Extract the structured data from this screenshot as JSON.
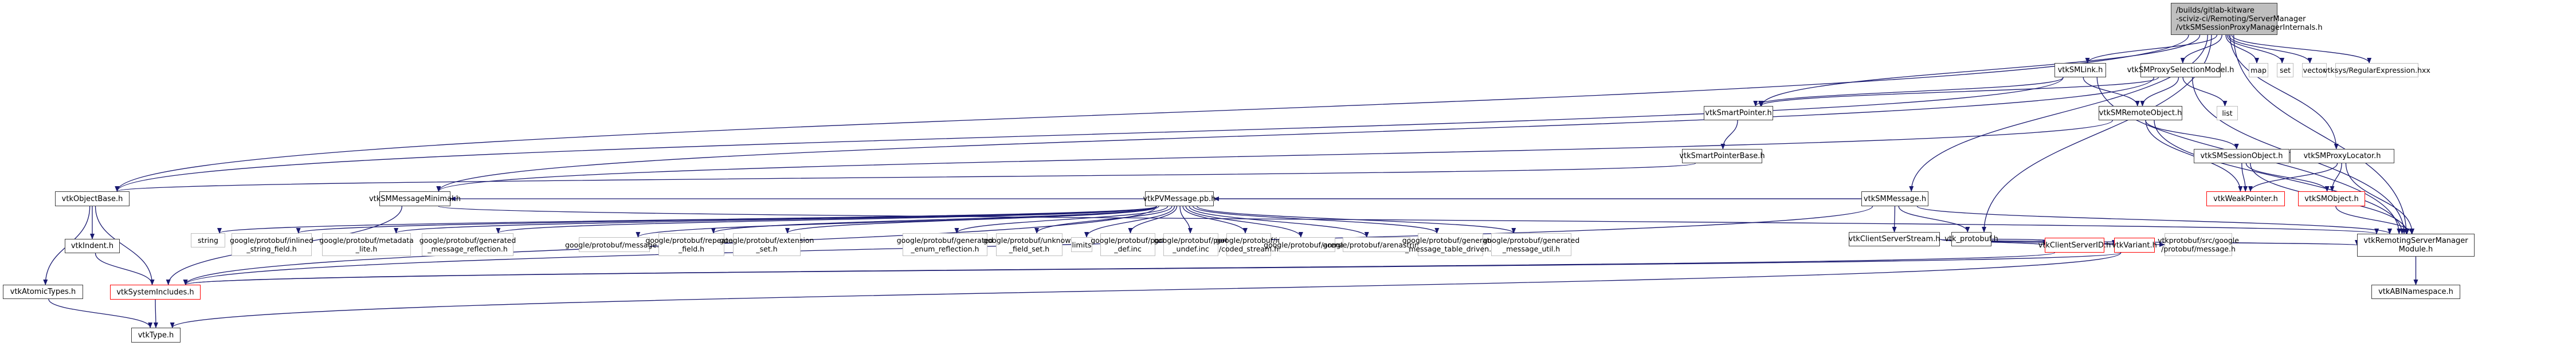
{
  "graph": {
    "title": "Include dependency graph for vtkSMSessionProxyManagerInternals.h",
    "edge_color": "#191970",
    "node_styles": {
      "root": {
        "fill": "#bfbfbf",
        "border": "#404040"
      },
      "documented": {
        "fill": "#ffffff",
        "border": "#404040"
      },
      "external": {
        "fill": "#ffffff",
        "border": "#bfbfbf"
      },
      "truncated": {
        "fill": "#ffffff",
        "border": "#ff0000"
      }
    },
    "nodes": [
      {
        "id": "root",
        "label": "/builds/gitlab-kitware\n-sciviz-ci/Remoting/ServerManager\n/vtkSMSessionProxyManagerInternals.h",
        "kind": "root"
      },
      {
        "id": "smlink",
        "label": "vtkSMLink.h",
        "kind": "documented"
      },
      {
        "id": "smproxysel",
        "label": "vtkSMProxySelectionModel.h",
        "kind": "documented"
      },
      {
        "id": "map",
        "label": "map",
        "kind": "external"
      },
      {
        "id": "set",
        "label": "set",
        "kind": "external"
      },
      {
        "id": "vector",
        "label": "vector",
        "kind": "external"
      },
      {
        "id": "regex",
        "label": "vtksys/RegularExpression.hxx",
        "kind": "external"
      },
      {
        "id": "smartptr",
        "label": "vtkSmartPointer.h",
        "kind": "documented"
      },
      {
        "id": "smremote",
        "label": "vtkSMRemoteObject.h",
        "kind": "documented"
      },
      {
        "id": "list",
        "label": "list",
        "kind": "external"
      },
      {
        "id": "smartptrbase",
        "label": "vtkSmartPointerBase.h",
        "kind": "documented"
      },
      {
        "id": "smsession",
        "label": "vtkSMSessionObject.h",
        "kind": "documented"
      },
      {
        "id": "smproxyloc",
        "label": "vtkSMProxyLocator.h",
        "kind": "documented"
      },
      {
        "id": "objectbase",
        "label": "vtkObjectBase.h",
        "kind": "documented"
      },
      {
        "id": "smmsgmin",
        "label": "vtkSMMessageMinimal.h",
        "kind": "documented"
      },
      {
        "id": "pvmessage",
        "label": "vtkPVMessage.pb.h",
        "kind": "documented"
      },
      {
        "id": "smmessage",
        "label": "vtkSMMessage.h",
        "kind": "documented"
      },
      {
        "id": "weakptr",
        "label": "vtkWeakPointer.h",
        "kind": "truncated"
      },
      {
        "id": "smobject",
        "label": "vtkSMObject.h",
        "kind": "truncated"
      },
      {
        "id": "indent",
        "label": "vtkIndent.h",
        "kind": "documented"
      },
      {
        "id": "string",
        "label": "string",
        "kind": "external"
      },
      {
        "id": "inlined",
        "label": "google/protobuf/inlined\n_string_field.h",
        "kind": "external"
      },
      {
        "id": "metadata",
        "label": "google/protobuf/metadata\n_lite.h",
        "kind": "external"
      },
      {
        "id": "genmsgrefl",
        "label": "google/protobuf/generated\n_message_reflection.h",
        "kind": "external"
      },
      {
        "id": "gpmessage",
        "label": "google/protobuf/message.h",
        "kind": "external"
      },
      {
        "id": "repeated",
        "label": "google/protobuf/repeated\n_field.h",
        "kind": "external"
      },
      {
        "id": "extension",
        "label": "google/protobuf/extension\n_set.h",
        "kind": "external"
      },
      {
        "id": "genenum",
        "label": "google/protobuf/generated\n_enum_reflection.h",
        "kind": "external"
      },
      {
        "id": "unknown",
        "label": "google/protobuf/unknown\n_field_set.h",
        "kind": "external"
      },
      {
        "id": "limits",
        "label": "limits",
        "kind": "external"
      },
      {
        "id": "portdef",
        "label": "google/protobuf/port\n_def.inc",
        "kind": "external"
      },
      {
        "id": "portundef",
        "label": "google/protobuf/port\n_undef.inc",
        "kind": "external"
      },
      {
        "id": "coded",
        "label": "google/protobuf/io\n/coded_stream.h",
        "kind": "external"
      },
      {
        "id": "arena",
        "label": "google/protobuf/arena.h",
        "kind": "external"
      },
      {
        "id": "arenastring",
        "label": "google/protobuf/arenastring.h",
        "kind": "external"
      },
      {
        "id": "gentable",
        "label": "google/protobuf/generated\n_message_table_driven.h",
        "kind": "external"
      },
      {
        "id": "genutil",
        "label": "google/protobuf/generated\n_message_util.h",
        "kind": "external"
      },
      {
        "id": "csstream",
        "label": "vtkClientServerStream.h",
        "kind": "documented"
      },
      {
        "id": "vtkprotobuf",
        "label": "vtk_protobuf.h",
        "kind": "documented"
      },
      {
        "id": "csid",
        "label": "vtkClientServerID.h",
        "kind": "truncated"
      },
      {
        "id": "variant",
        "label": "vtkVariant.h",
        "kind": "truncated"
      },
      {
        "id": "vpmessage",
        "label": "vtkprotobuf/src/google\n/protobuf/message.h",
        "kind": "external"
      },
      {
        "id": "rsmmodule",
        "label": "vtkRemotingServerManager\nModule.h",
        "kind": "documented"
      },
      {
        "id": "atomic",
        "label": "vtkAtomicTypes.h",
        "kind": "documented"
      },
      {
        "id": "sysincl",
        "label": "vtkSystemIncludes.h",
        "kind": "truncated"
      },
      {
        "id": "abins",
        "label": "vtkABINamespace.h",
        "kind": "documented"
      },
      {
        "id": "type",
        "label": "vtkType.h",
        "kind": "documented"
      }
    ],
    "edges": [
      [
        "root",
        "smlink"
      ],
      [
        "root",
        "smproxysel"
      ],
      [
        "root",
        "map"
      ],
      [
        "root",
        "set"
      ],
      [
        "root",
        "vector"
      ],
      [
        "root",
        "regex"
      ],
      [
        "root",
        "smartptr"
      ],
      [
        "root",
        "objectbase"
      ],
      [
        "root",
        "smmessage"
      ],
      [
        "root",
        "smproxyloc"
      ],
      [
        "root",
        "rsmmodule"
      ],
      [
        "root",
        "vtkprotobuf"
      ],
      [
        "smlink",
        "smremote"
      ],
      [
        "smlink",
        "smartptr"
      ],
      [
        "smlink",
        "rsmmodule"
      ],
      [
        "smlink",
        "objectbase"
      ],
      [
        "smproxysel",
        "smremote"
      ],
      [
        "smproxysel",
        "list"
      ],
      [
        "smproxysel",
        "rsmmodule"
      ],
      [
        "smproxysel",
        "smartptr"
      ],
      [
        "smproxysel",
        "smmsgmin"
      ],
      [
        "smremote",
        "smsession"
      ],
      [
        "smremote",
        "smmsgmin"
      ],
      [
        "smremote",
        "weakptr"
      ],
      [
        "smremote",
        "rsmmodule"
      ],
      [
        "smartptr",
        "smartptrbase"
      ],
      [
        "smartptrbase",
        "objectbase"
      ],
      [
        "smsession",
        "weakptr"
      ],
      [
        "smsession",
        "smobject"
      ],
      [
        "smsession",
        "rsmmodule"
      ],
      [
        "smproxyloc",
        "weakptr"
      ],
      [
        "smproxyloc",
        "smobject"
      ],
      [
        "smproxyloc",
        "rsmmodule"
      ],
      [
        "smobject",
        "rsmmodule"
      ],
      [
        "smmessage",
        "smmsgmin"
      ],
      [
        "smmessage",
        "pvmessage"
      ],
      [
        "smmessage",
        "csstream"
      ],
      [
        "smmessage",
        "vtkprotobuf"
      ],
      [
        "smmessage",
        "rsmmodule"
      ],
      [
        "smmessage",
        "sysincl"
      ],
      [
        "smmsgmin",
        "sysincl"
      ],
      [
        "smmsgmin",
        "rsmmodule"
      ],
      [
        "pvmessage",
        "string"
      ],
      [
        "pvmessage",
        "inlined"
      ],
      [
        "pvmessage",
        "metadata"
      ],
      [
        "pvmessage",
        "genmsgrefl"
      ],
      [
        "pvmessage",
        "gpmessage"
      ],
      [
        "pvmessage",
        "repeated"
      ],
      [
        "pvmessage",
        "extension"
      ],
      [
        "pvmessage",
        "genenum"
      ],
      [
        "pvmessage",
        "unknown"
      ],
      [
        "pvmessage",
        "limits"
      ],
      [
        "pvmessage",
        "portdef"
      ],
      [
        "pvmessage",
        "portundef"
      ],
      [
        "pvmessage",
        "coded"
      ],
      [
        "pvmessage",
        "arena"
      ],
      [
        "pvmessage",
        "arenastring"
      ],
      [
        "pvmessage",
        "gentable"
      ],
      [
        "pvmessage",
        "genutil"
      ],
      [
        "pvmessage",
        "sysincl"
      ],
      [
        "csstream",
        "csid"
      ],
      [
        "csstream",
        "variant"
      ],
      [
        "csstream",
        "rsmmodule"
      ],
      [
        "vtkprotobuf",
        "vpmessage"
      ],
      [
        "csid",
        "sysincl"
      ],
      [
        "variant",
        "sysincl"
      ],
      [
        "variant",
        "type"
      ],
      [
        "objectbase",
        "indent"
      ],
      [
        "objectbase",
        "atomic"
      ],
      [
        "objectbase",
        "sysincl"
      ],
      [
        "indent",
        "sysincl"
      ],
      [
        "atomic",
        "type"
      ],
      [
        "sysincl",
        "type"
      ],
      [
        "rsmmodule",
        "abins"
      ]
    ]
  }
}
